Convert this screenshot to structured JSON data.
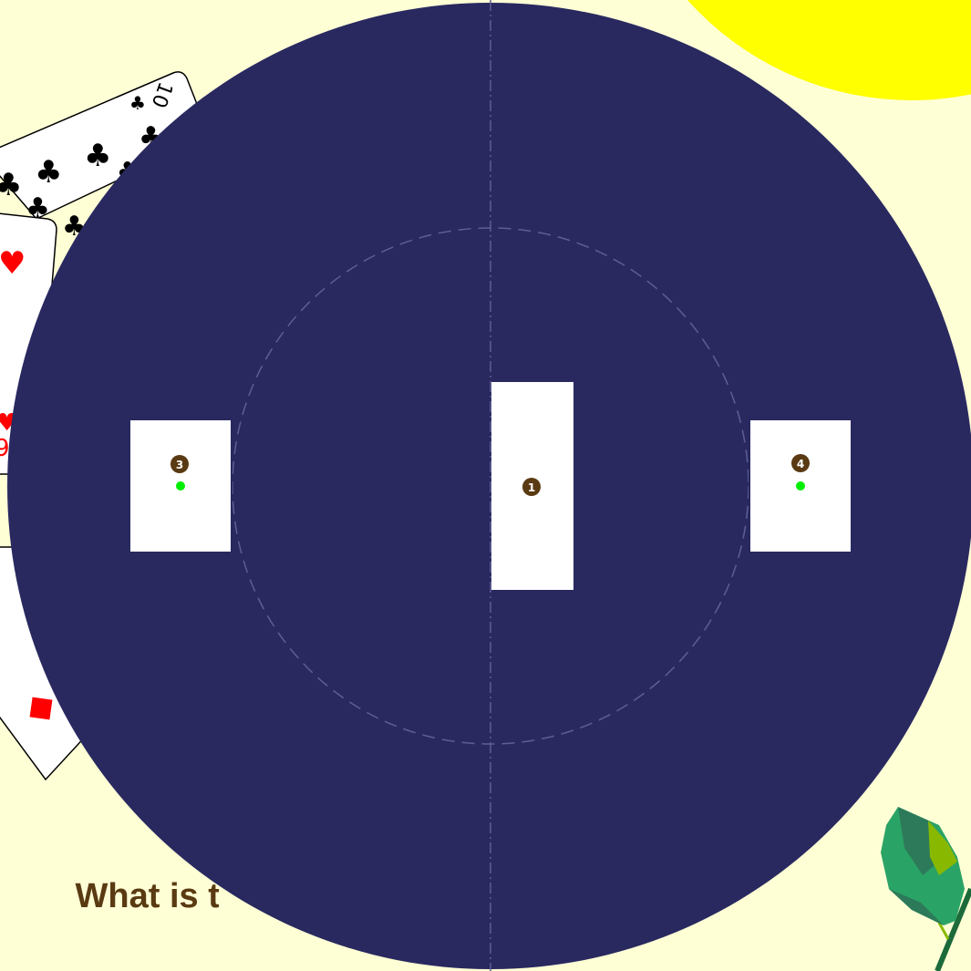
{
  "prompt": {
    "question": "What is this?"
  },
  "colors": {
    "background": "#ffffd6",
    "sun": "#ffff00",
    "table": "#292960",
    "table_guides": "#5d5e94",
    "card_white": "#ffffff",
    "marker_fill": "#5a3a12",
    "marker_text": "#ffffff",
    "status_dot": "#00ee00",
    "heart_diamond_red": "#ff0000",
    "club_black": "#000000",
    "leaf_dark": "#2c7a5a",
    "leaf_mid": "#2aa366",
    "leaf_light": "#88b800",
    "leaf_stem": "#1c6a3a"
  },
  "background_cards": [
    {
      "rank": "10",
      "suit": "clubs",
      "suit_icon": "club-icon"
    },
    {
      "rank": "9",
      "suit": "hearts",
      "suit_icon": "heart-icon"
    },
    {
      "rank": "",
      "suit": "diamonds",
      "suit_icon": "diamond-icon"
    }
  ],
  "table": {
    "slots": [
      {
        "label": "1",
        "has_dot": false
      },
      {
        "label": "3",
        "has_dot": true
      },
      {
        "label": "4",
        "has_dot": true
      }
    ]
  },
  "decor": {
    "icons": [
      "sun-icon",
      "leaf-icon"
    ]
  }
}
